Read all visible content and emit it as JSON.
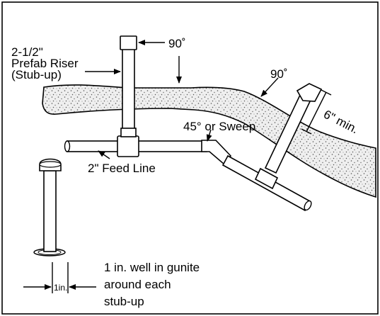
{
  "labels": {
    "riser_line1": "2-1/2\"",
    "riser_line2": "Prefab Riser",
    "riser_line3": "(Stub-up)",
    "angle_top": "90˚",
    "angle_right": "90˚",
    "sweep": "45° or Sweep",
    "feed_line": "2\" Feed Line",
    "min_depth": "6\" min.",
    "well_line1": "1 in. well in gunite",
    "well_line2": "around each",
    "well_line3": "stub-up",
    "dim_1in": "1in."
  },
  "colors": {
    "line": "#000000",
    "background": "#ffffff",
    "gunite_fill": "#eeeeee"
  }
}
